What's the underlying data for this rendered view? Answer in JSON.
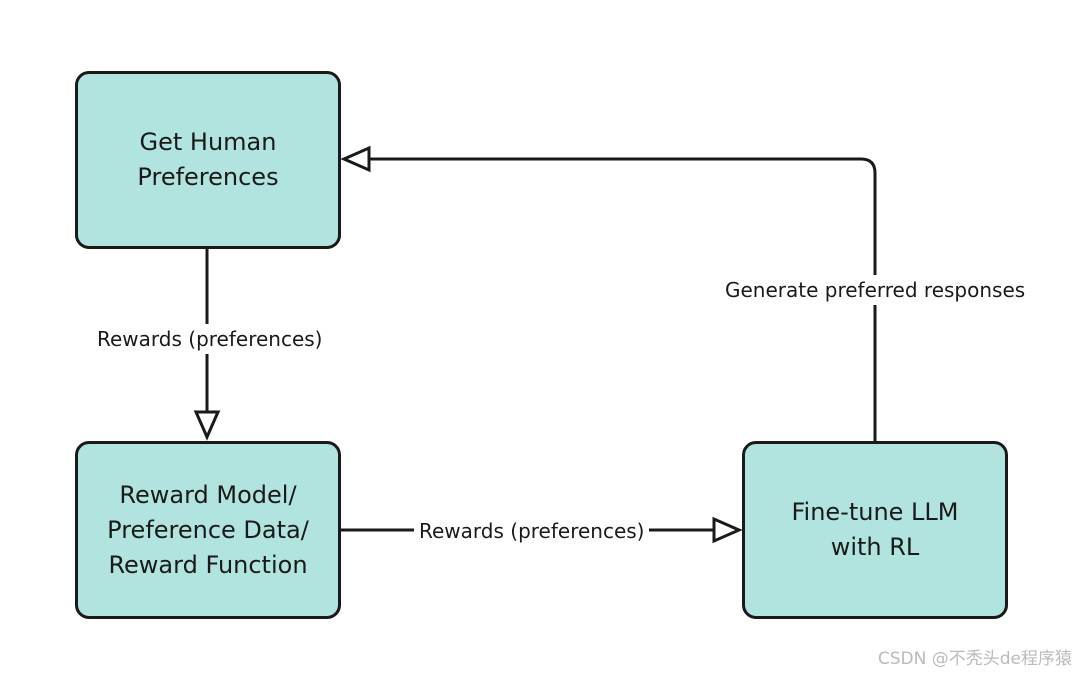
{
  "colors": {
    "box_fill": "#b2e4df",
    "stroke": "#1a1a1a",
    "background": "#ffffff",
    "watermark": "#bbbbbb"
  },
  "nodes": {
    "human": {
      "lines": [
        "Get Human",
        "Preferences"
      ]
    },
    "reward": {
      "lines": [
        "Reward Model/",
        "Preference Data/",
        "Reward Function"
      ]
    },
    "llm": {
      "lines": [
        "Fine-tune LLM",
        "with RL"
      ]
    }
  },
  "edges": {
    "human_to_reward": {
      "label": "Rewards (preferences)"
    },
    "reward_to_llm": {
      "label": "Rewards (preferences)"
    },
    "llm_to_human": {
      "label": "Generate preferred responses"
    }
  },
  "watermark": "CSDN @不秃头de程序猿"
}
